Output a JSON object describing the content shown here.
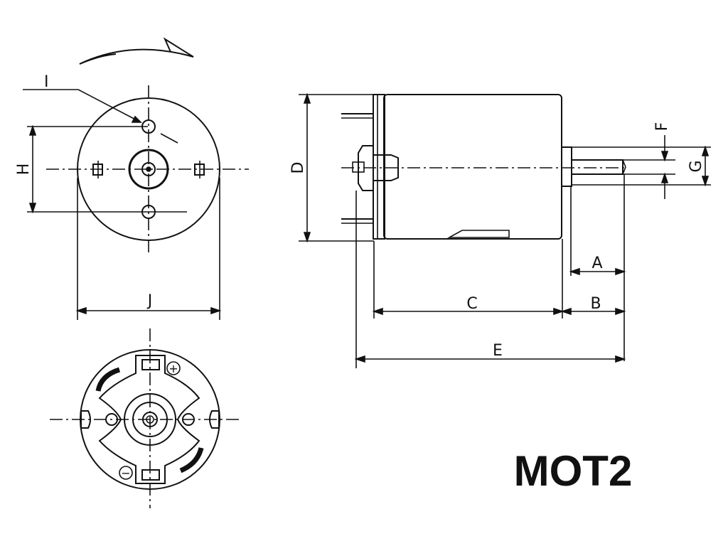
{
  "drawing": {
    "title": "MOT2",
    "labels": {
      "A": "A",
      "B": "B",
      "C": "C",
      "D": "D",
      "E": "E",
      "F": "F",
      "G": "G",
      "H": "H",
      "I": "I",
      "J": "J",
      "plus": "+",
      "minus": "−"
    }
  }
}
